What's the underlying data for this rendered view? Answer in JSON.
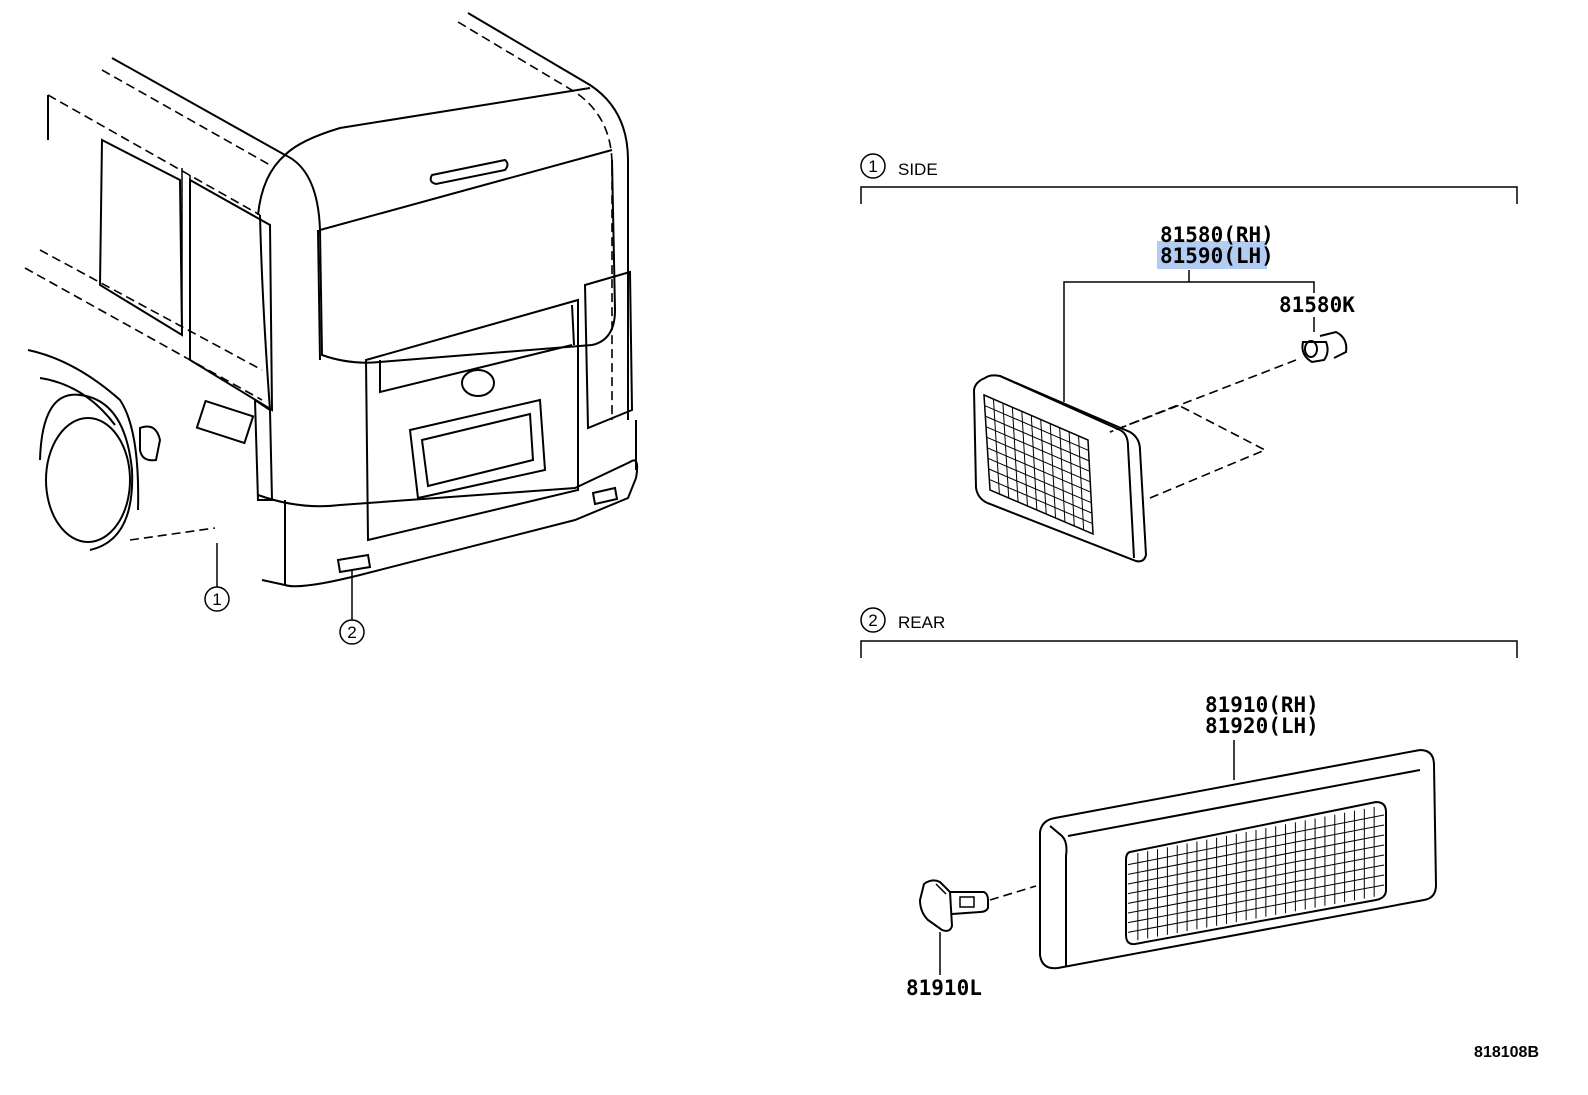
{
  "sections": {
    "side": {
      "number": "1",
      "label": "SIDE"
    },
    "rear": {
      "number": "2",
      "label": "REAR"
    }
  },
  "callouts": {
    "side_number": "1",
    "rear_number": "2"
  },
  "parts": {
    "side_reflector_rh": "81580(RH)",
    "side_reflector_lh": "81590(LH)",
    "side_clip": "81580K",
    "rear_reflector_rh": "81910(RH)",
    "rear_reflector_lh": "81920(LH)",
    "rear_clip": "81910L"
  },
  "highlight": {
    "part": "81590(LH)",
    "color": "#b3cdf2"
  },
  "diagram_ref": "818108B"
}
